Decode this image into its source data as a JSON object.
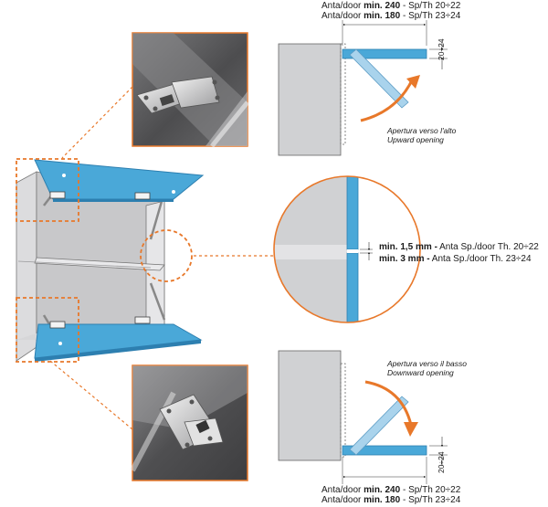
{
  "top_spec": [
    {
      "prefix": "Anta/door ",
      "value": "min. 240",
      "suffix": " - Sp/Th 20÷22"
    },
    {
      "prefix": "Anta/door ",
      "value": "min. 180",
      "suffix": " - Sp/Th 23÷24"
    }
  ],
  "bottom_spec": [
    {
      "prefix": "Anta/door ",
      "value": "min. 240",
      "suffix": " - Sp/Th 20÷22"
    },
    {
      "prefix": "Anta/door ",
      "value": "min. 180",
      "suffix": " - Sp/Th 23÷24"
    }
  ],
  "upward": {
    "label_it": "Apertura verso l'alto",
    "label_en": "Upward opening",
    "dim": "20÷24"
  },
  "downward": {
    "label_it": "Apertura verso il basso",
    "label_en": "Downward opening",
    "dim": "20÷24"
  },
  "gap": [
    {
      "value": "min. 1,5 mm -",
      "desc": " Anta Sp./door Th. 20÷22"
    },
    {
      "value": "min. 3 mm -",
      "desc": " Anta Sp./door Th. 23÷24"
    }
  ],
  "colors": {
    "accent": "#e8782a",
    "door": "#4aa8d8",
    "door_edge": "#2d7fb0",
    "cabinet_grey": "#cfd0d2",
    "photo_dark": "#5c5c5e"
  }
}
